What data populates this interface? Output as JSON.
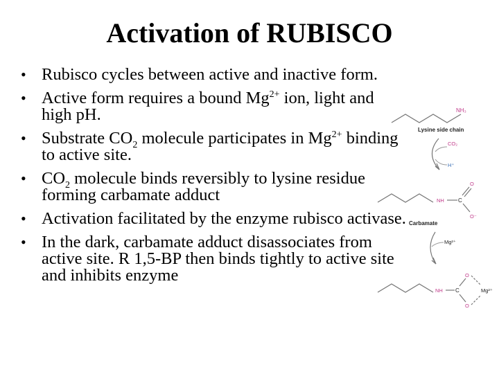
{
  "slide": {
    "title": "Activation of RUBISCO",
    "bullets": [
      {
        "parts": [
          {
            "t": "Rubisco cycles between active and inactive form."
          }
        ]
      },
      {
        "parts": [
          {
            "t": "Active form requires a bound Mg"
          },
          {
            "t": "2+",
            "sup": true
          },
          {
            "t": " ion, light and high pH."
          }
        ]
      },
      {
        "parts": [
          {
            "t": "Substrate CO"
          },
          {
            "t": "2",
            "sub": true
          },
          {
            "t": " molecule participates in Mg"
          },
          {
            "t": "2+",
            "sup": true
          },
          {
            "t": " binding to active site."
          }
        ]
      },
      {
        "parts": [
          {
            "t": "CO"
          },
          {
            "t": "2",
            "sub": true
          },
          {
            "t": " molecule binds reversibly to lysine residue forming carbamate adduct"
          }
        ]
      },
      {
        "parts": [
          {
            "t": "Activation facilitated by the enzyme rubisco activase."
          }
        ]
      },
      {
        "parts": [
          {
            "t": "In the dark, carbamate adduct disassociates from active site. R 1,5-BP then binds tightly to active site and inhibits enzyme"
          }
        ]
      }
    ]
  },
  "diagram": {
    "lysine_label": "Lysine side chain",
    "nh3": "NH₃",
    "co2": "CO₂",
    "h_plus": "H⁺",
    "nh": "NH",
    "c": "C",
    "o_minus": "O⁻",
    "o": "O",
    "carbamate_label": "Carbamate",
    "mg2": "Mg²⁺",
    "colors": {
      "heteroatom": "#c0398a",
      "stroke": "#777777",
      "label": "#222222",
      "co2": "#c0398a",
      "hplus": "#3a6fb5"
    }
  }
}
